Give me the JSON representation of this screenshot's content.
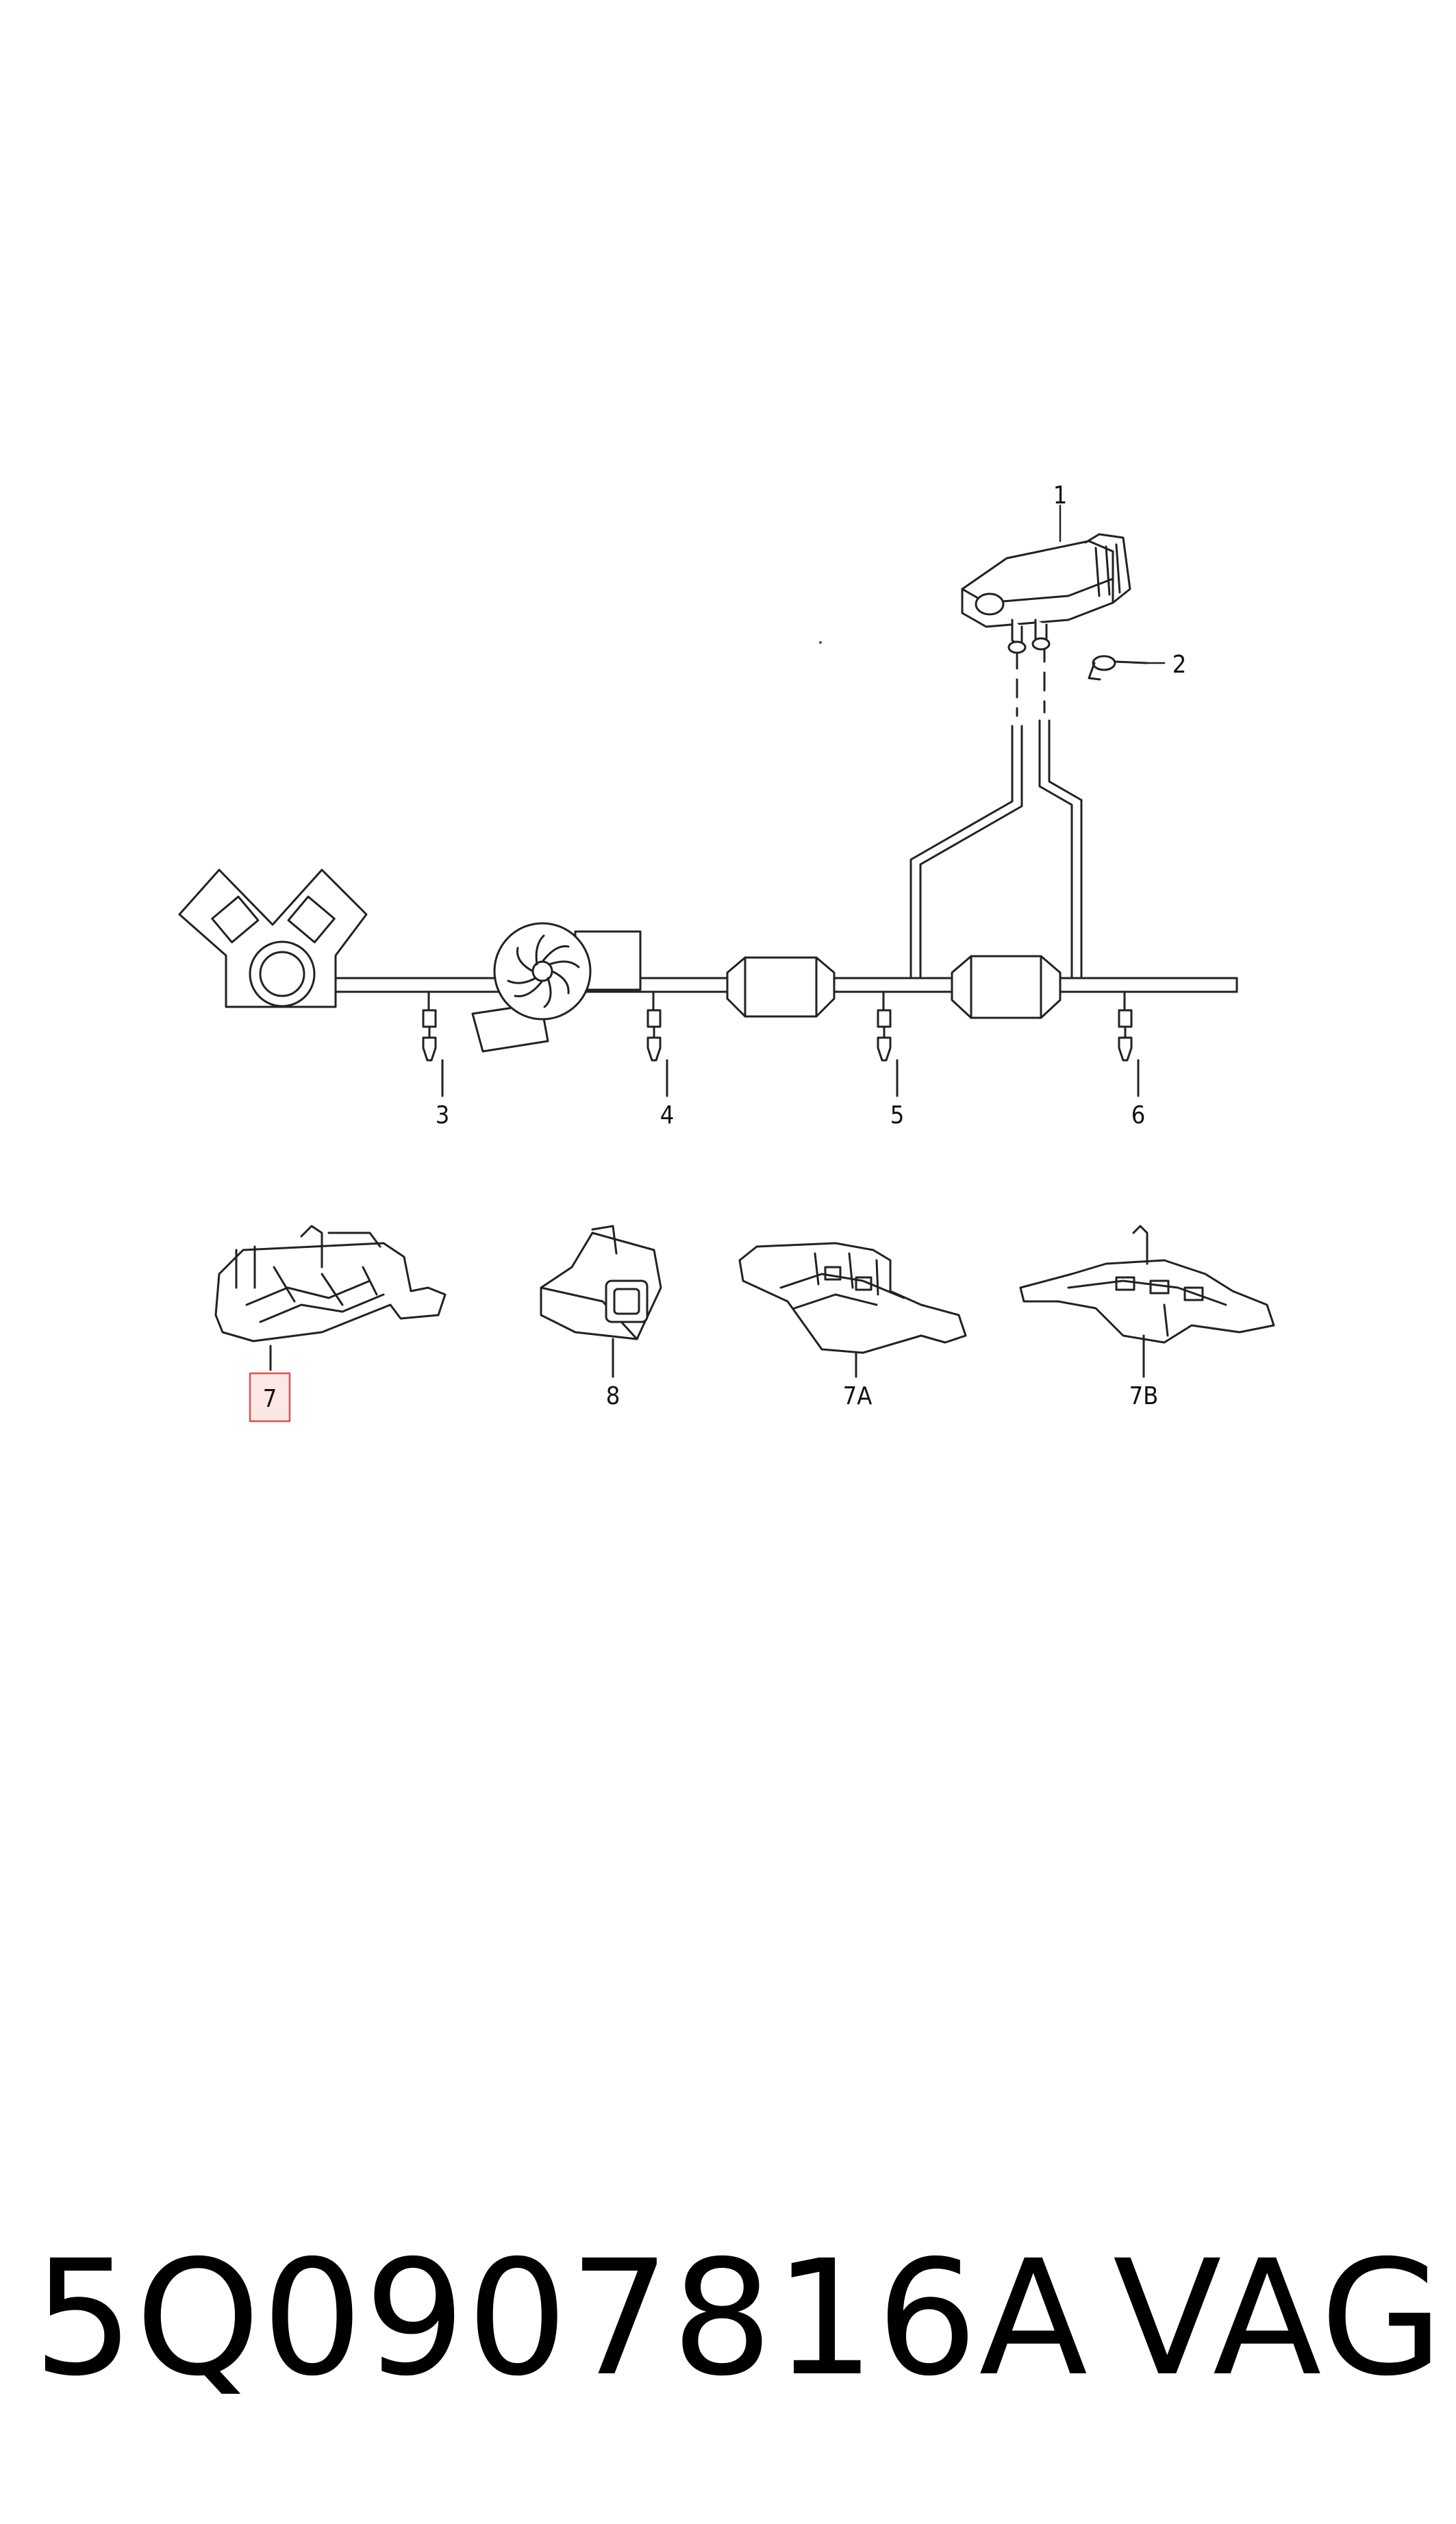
{
  "diagram": {
    "callouts": {
      "c1": "1",
      "c2": "2",
      "c3": "3",
      "c4": "4",
      "c5": "5",
      "c6": "6",
      "c7": "7",
      "c8": "8",
      "c7a": "7A",
      "c7b": "7B"
    },
    "highlighted_callout": "7",
    "highlight_color": "#d9534f"
  },
  "footer": {
    "part_number": "5Q0907816A",
    "brand": "VAG"
  }
}
